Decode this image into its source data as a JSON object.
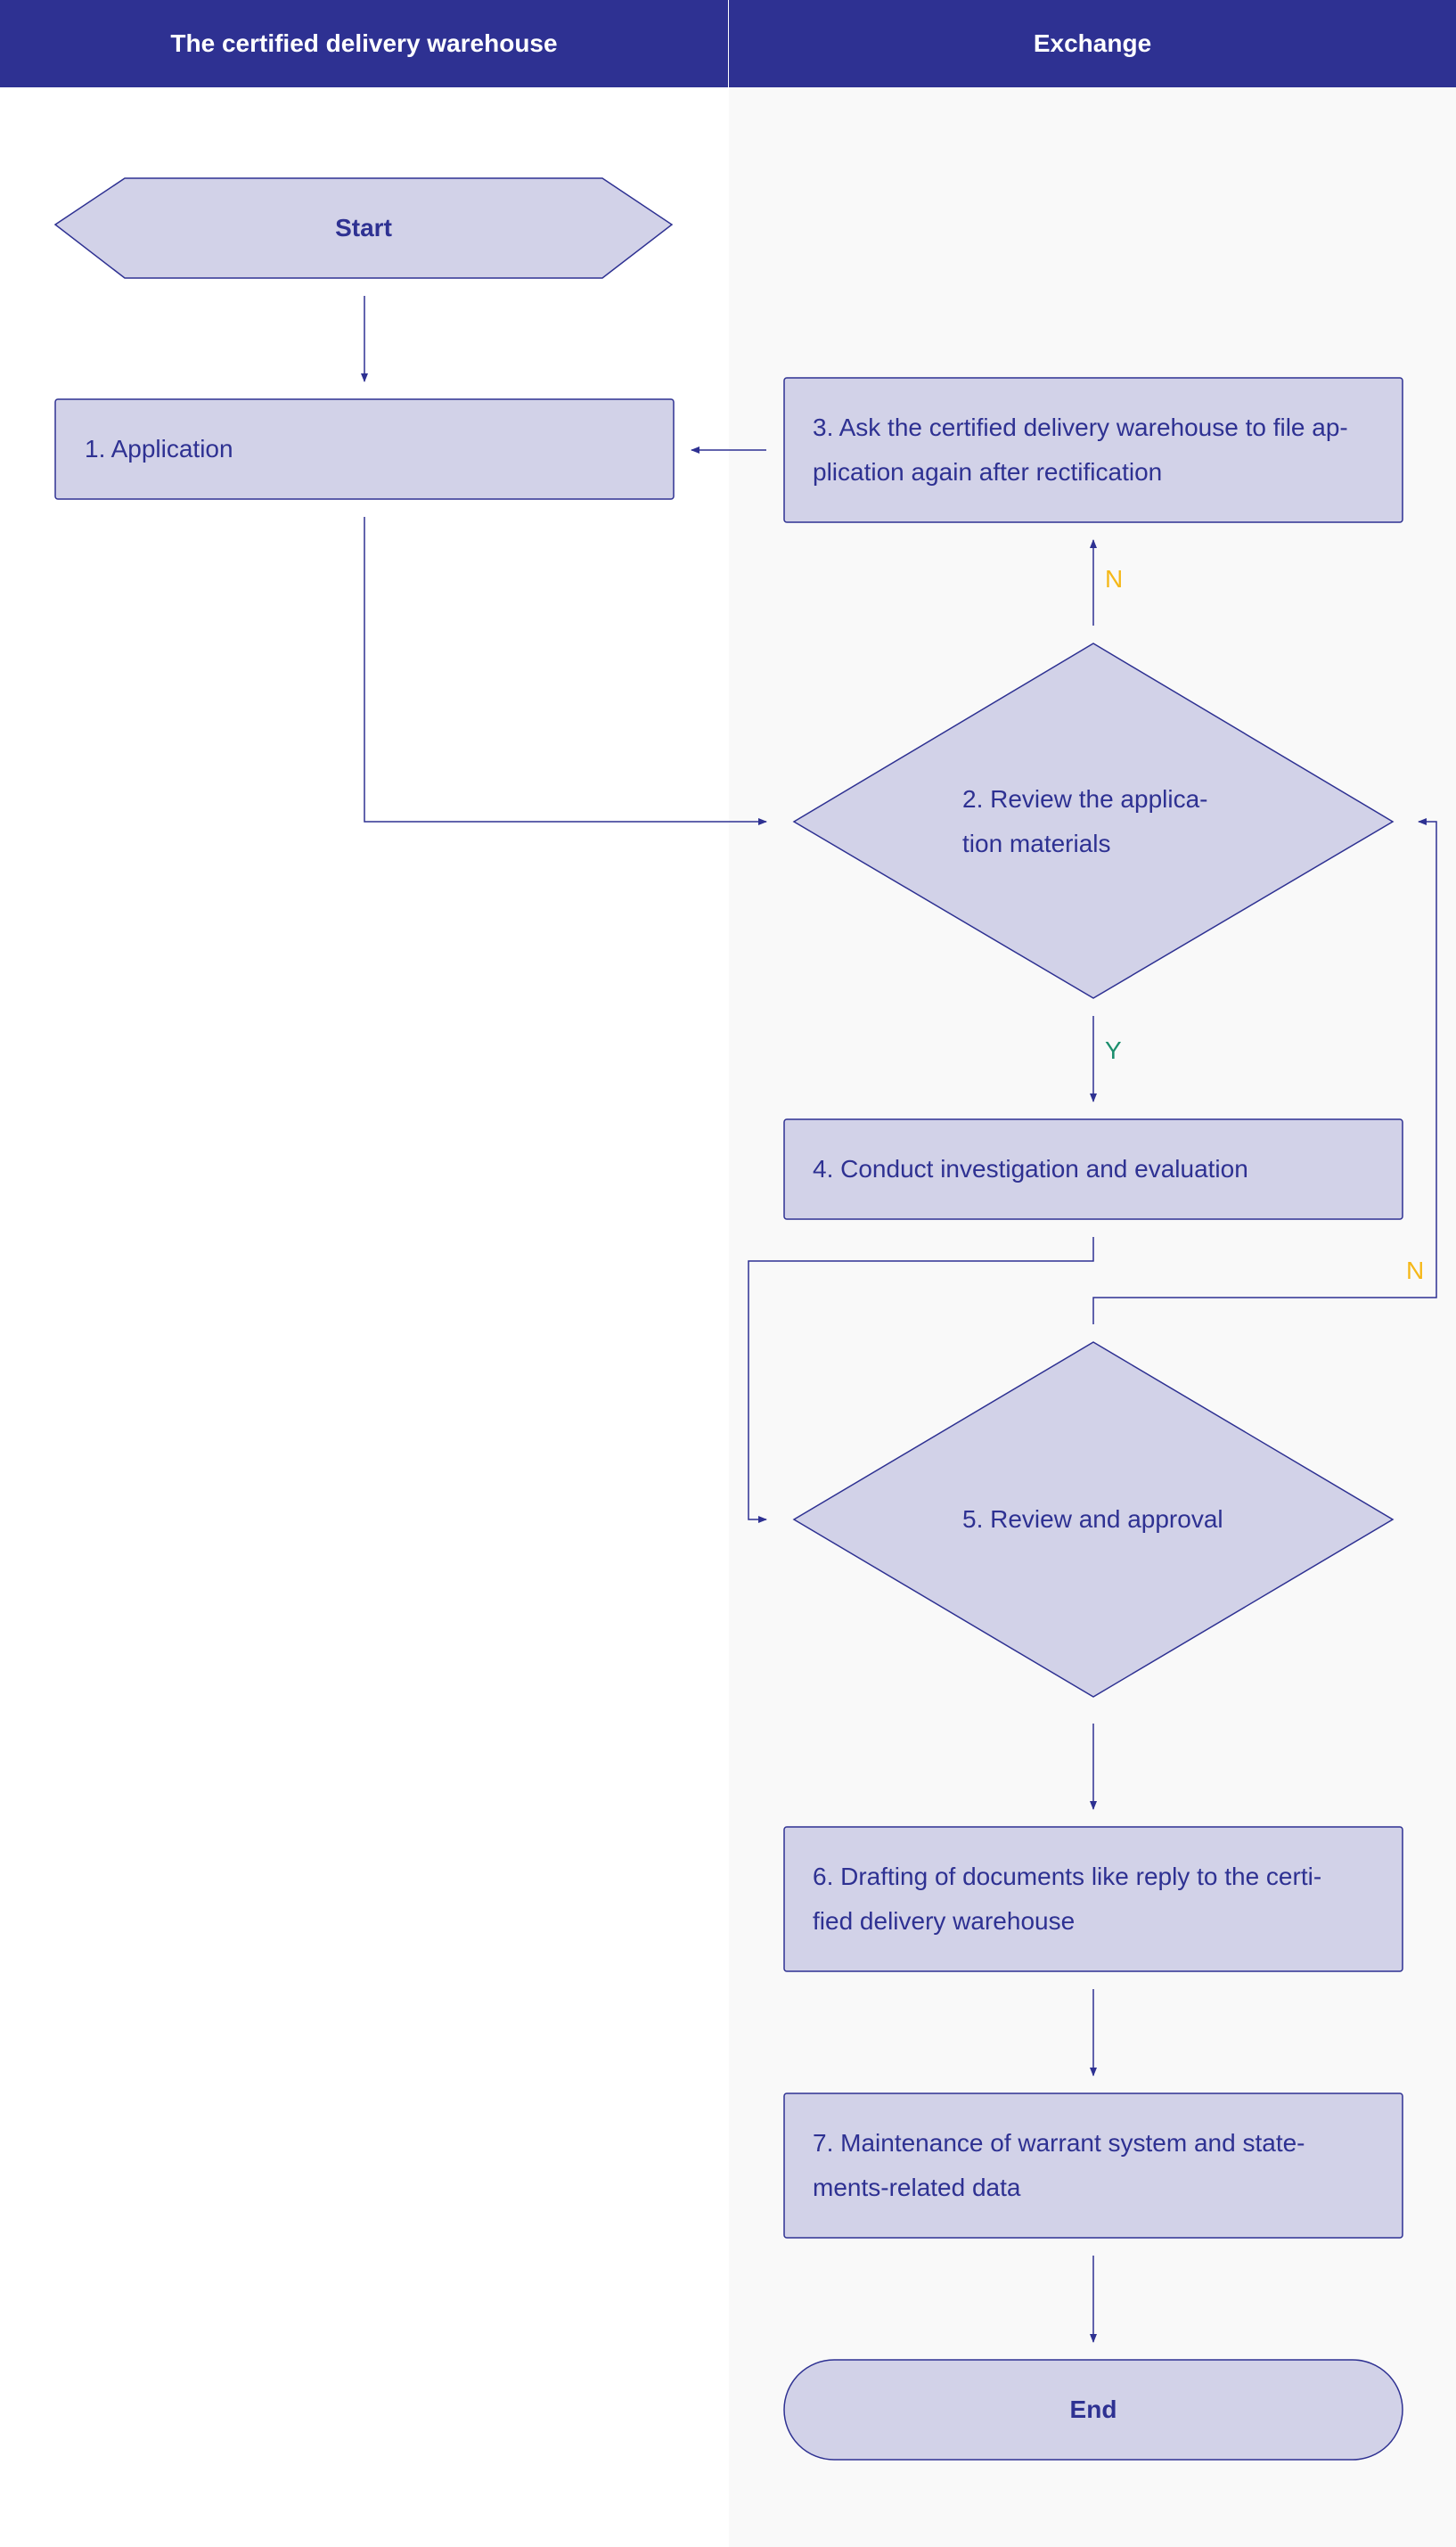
{
  "lanes": [
    {
      "title": "The certified delivery warehouse"
    },
    {
      "title": "Exchange"
    }
  ],
  "nodes": {
    "start": "Start",
    "application": "1. Application",
    "review_materials": "2. Review the applica-\ntion materials",
    "ask_rectify": "3. Ask the certified delivery warehouse to file ap-\nplication again after rectification",
    "investigation": "4. Conduct investigation and evaluation",
    "review_approval": "5. Review and approval",
    "drafting": "6. Drafting of documents like reply to the certi-\nfied delivery warehouse",
    "maintenance": "7. Maintenance of warrant system and state-\nments-related data",
    "end": "End"
  },
  "edge_labels": {
    "review_no": "N",
    "review_yes": "Y",
    "approval_no": "N"
  },
  "colors": {
    "header": "#2e3192",
    "node_fill": "#d2d2e8",
    "stroke": "#2e3192",
    "label_no": "#f5b819",
    "label_yes": "#1d8f6e"
  }
}
